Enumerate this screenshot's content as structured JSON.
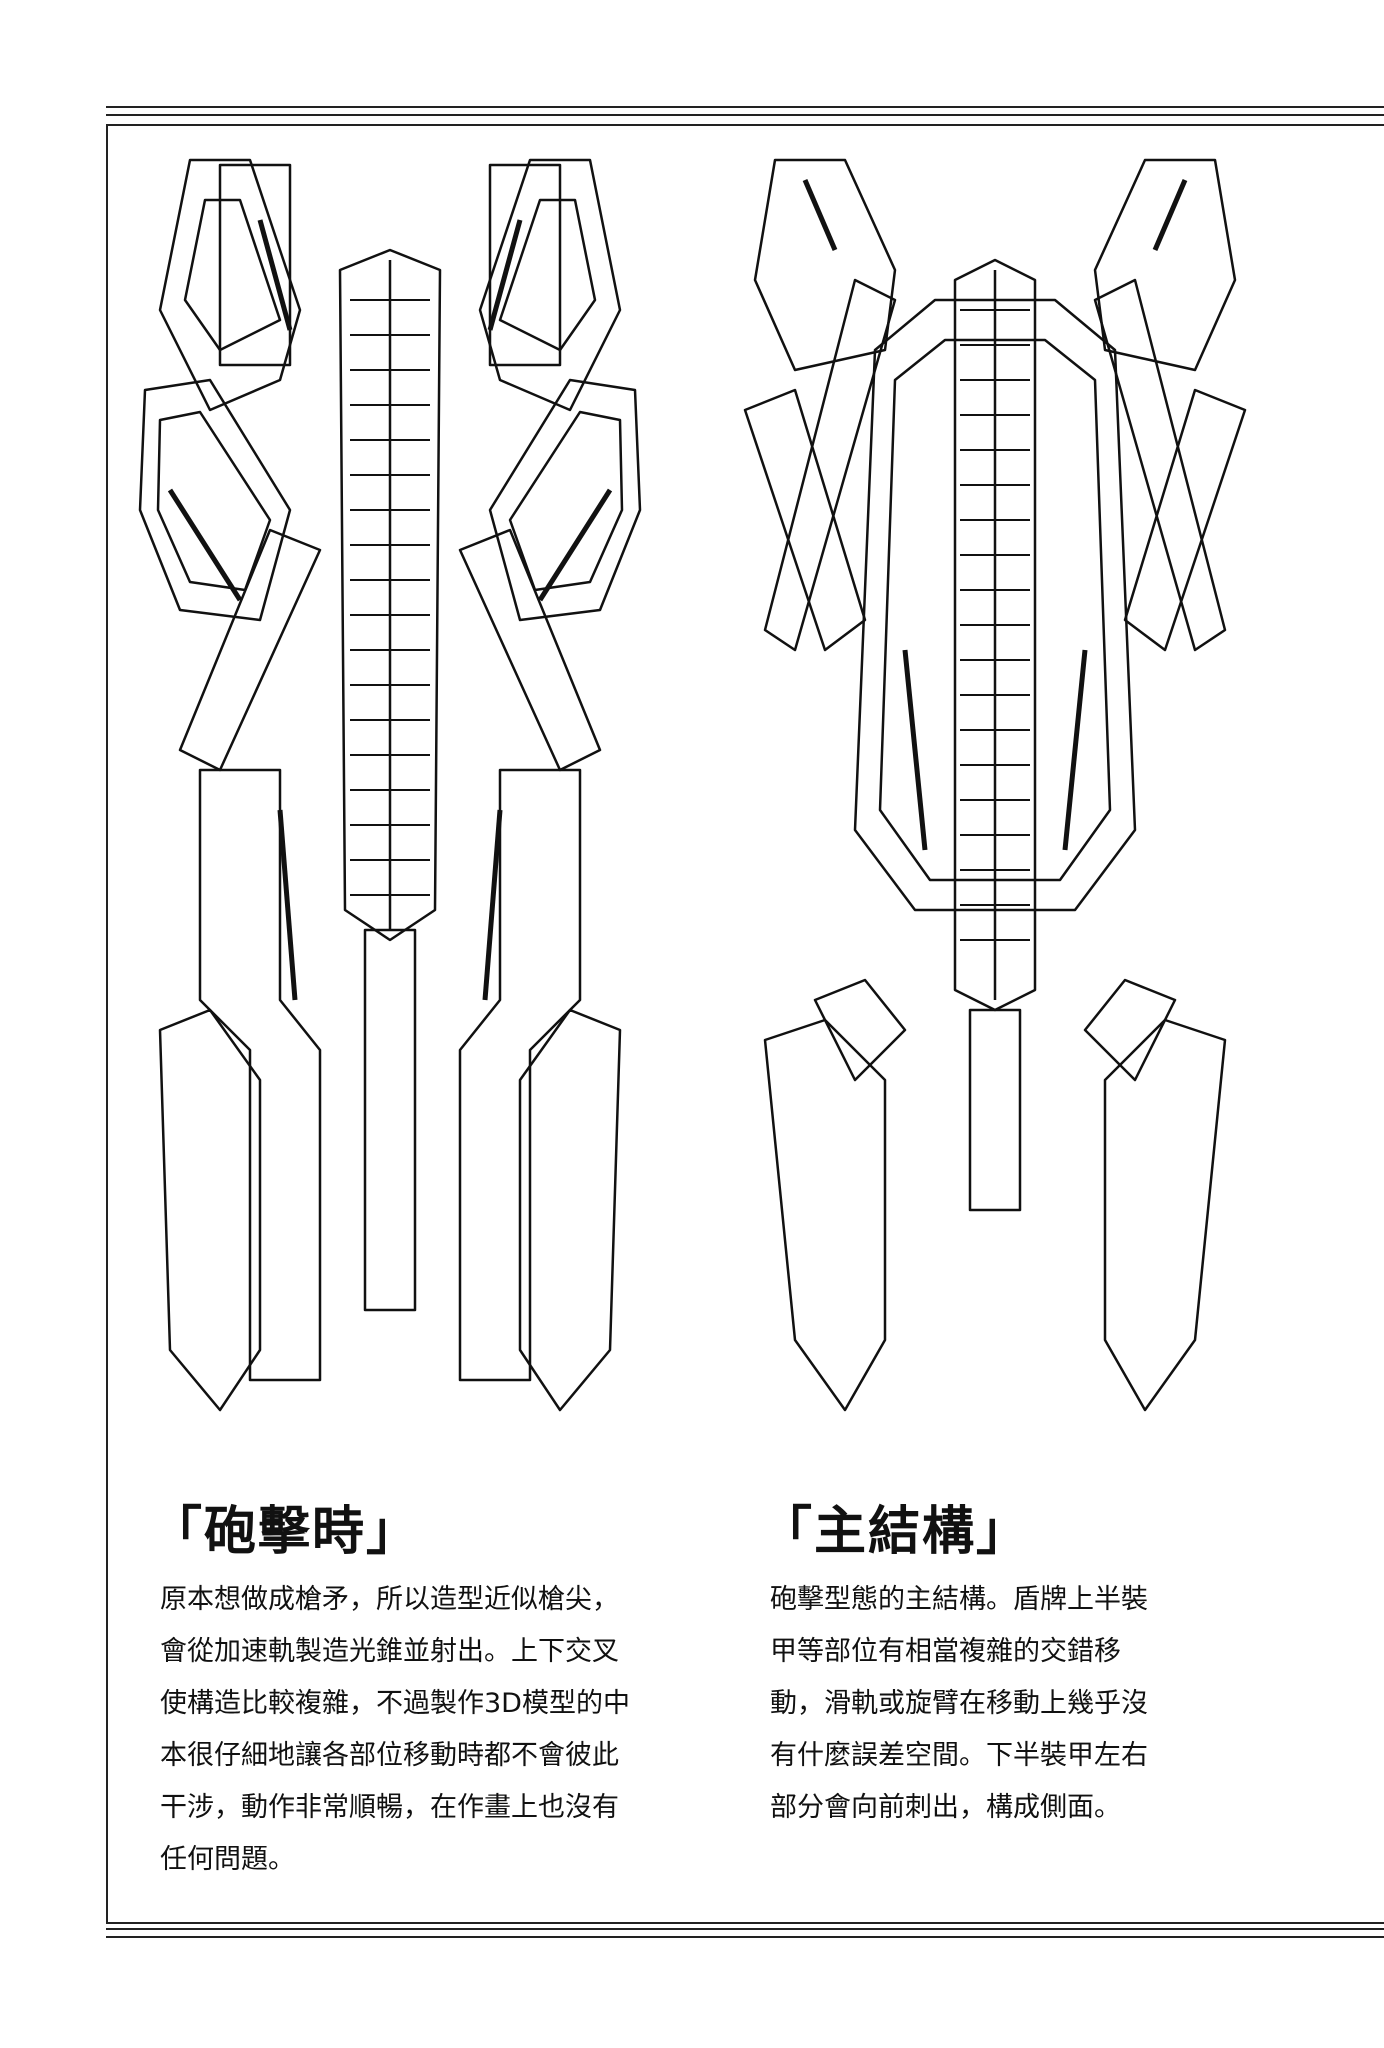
{
  "left_panel": {
    "title": "「砲擊時」",
    "lines": [
      "原本想做成槍矛，所以造型近似槍尖，",
      "會從加速軌製造光錐並射出。上下交叉",
      "使構造比較複雜，不過製作3D模型的中",
      "本很仔細地讓各部位移動時都不會彼此",
      "干涉，動作非常順暢，在作畫上也沒有",
      "任何問題。"
    ]
  },
  "right_panel": {
    "title": "「主結構」",
    "lines": [
      "砲擊型態的主結構。盾牌上半裝",
      "甲等部位有相當複雜的交錯移",
      "動，滑軌或旋臂在移動上幾乎沒",
      "有什麼誤差空間。下半裝甲左右",
      "部分會向前刺出，構成側面。"
    ]
  },
  "colors": {
    "ink": "#111111",
    "paper": "#ffffff"
  }
}
